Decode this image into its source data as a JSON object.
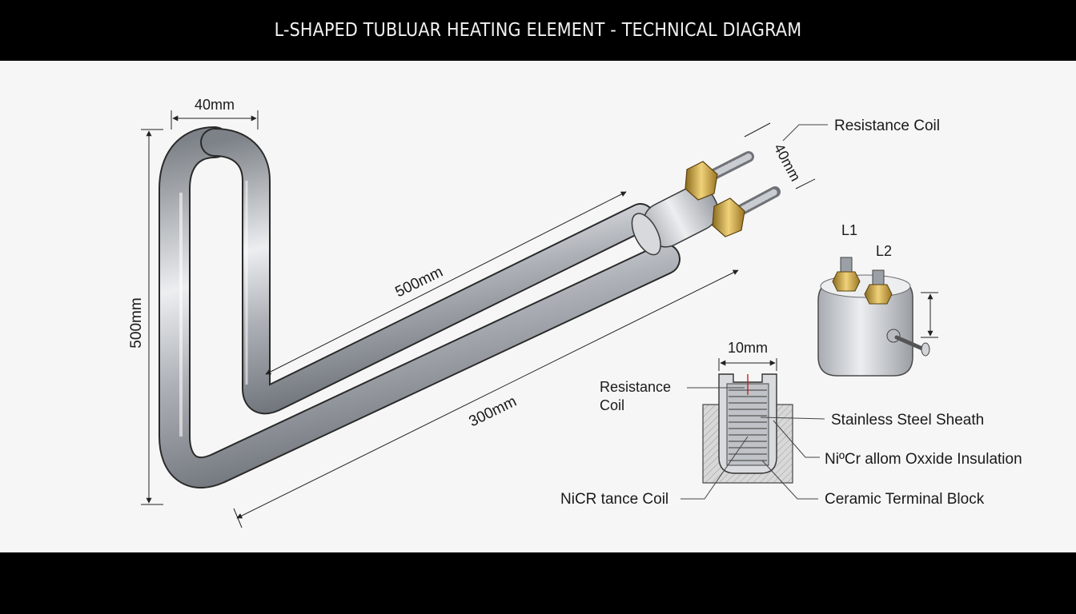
{
  "title": "L-SHAPED TUBLUAR HEATING ELEMENT - TECHNICAL DIAGRAM",
  "dimensions": {
    "top_width": "40mm",
    "height": "500mm",
    "upper_length": "500mm",
    "lower_length": "300mm",
    "terminal_gap": "40mm",
    "section_width": "10mm"
  },
  "terminals": {
    "l1": "L1",
    "l2": "L2"
  },
  "labels": {
    "resistance_coil_top": "Resistance Coil",
    "resistance_coil_left_1": "Resistance",
    "resistance_coil_left_2": "Coil",
    "stainless_sheath": "Stainless Steel Sheath",
    "insulation": "NiºCr allom Oxxide Insulation",
    "nicr_coil": "NiCR tance Coil",
    "terminal_block": "Ceramic Terminal Block"
  },
  "colors": {
    "steel": "#b8bcc2",
    "brass": "#c9a43a",
    "ceramic": "#dcdde0",
    "line": "#222222"
  }
}
